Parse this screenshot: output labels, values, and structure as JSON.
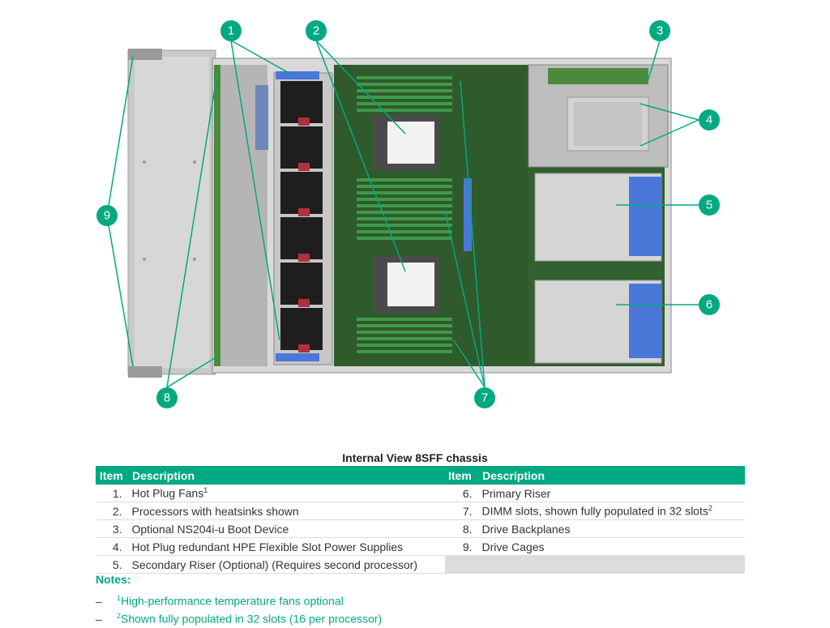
{
  "callouts": [
    "1",
    "2",
    "3",
    "4",
    "5",
    "6",
    "7",
    "8",
    "9"
  ],
  "caption": "Internal View 8SFF chassis",
  "table": {
    "header": {
      "item": "Item",
      "description": "Description"
    },
    "rows": [
      {
        "num": "1.",
        "desc": "Hot Plug Fans",
        "sup": "1"
      },
      {
        "num": "2.",
        "desc": "Processors with heatsinks shown",
        "sup": ""
      },
      {
        "num": "3.",
        "desc": "Optional NS204i-u Boot Device",
        "sup": ""
      },
      {
        "num": "4.",
        "desc": "Hot Plug redundant HPE Flexible Slot Power Supplies",
        "sup": ""
      },
      {
        "num": "5.",
        "desc": "Secondary Riser (Optional) (Requires second processor)",
        "sup": ""
      },
      {
        "num": "6.",
        "desc": "Primary Riser",
        "sup": ""
      },
      {
        "num": "7.",
        "desc": "DIMM slots, shown fully populated in 32 slots",
        "sup": "2"
      },
      {
        "num": "8.",
        "desc": "Drive Backplanes",
        "sup": ""
      },
      {
        "num": "9.",
        "desc": "Drive Cages",
        "sup": ""
      }
    ]
  },
  "notes": {
    "title": "Notes:",
    "dash": "–",
    "items": [
      {
        "sup": "1",
        "text": "High-performance temperature fans optional"
      },
      {
        "sup": "2",
        "text": "Shown fully populated in 32 slots (16 per processor)"
      }
    ]
  },
  "colors": {
    "accent": "#01a982",
    "board": "#2f5a2c",
    "fan": "#1e1e1e",
    "highlight": "#4a78d8"
  }
}
